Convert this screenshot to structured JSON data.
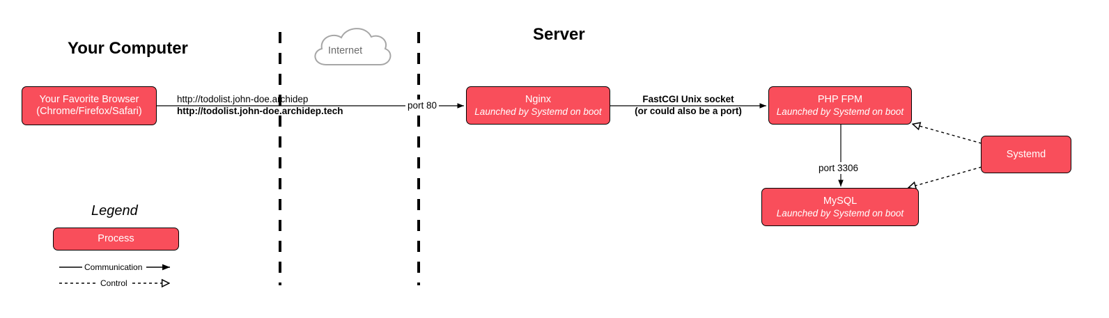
{
  "headings": {
    "your_computer": "Your Computer",
    "server": "Server"
  },
  "cloud": {
    "label": "Internet"
  },
  "nodes": {
    "browser": {
      "line1": "Your Favorite Browser",
      "line2": "(Chrome/Firefox/Safari)"
    },
    "nginx": {
      "title": "Nginx",
      "subtitle": "Launched by Systemd on boot"
    },
    "php_fpm": {
      "title": "PHP FPM",
      "subtitle": "Launched by Systemd on boot"
    },
    "mysql": {
      "title": "MySQL",
      "subtitle": "Launched by Systemd on boot"
    },
    "systemd": {
      "title": "Systemd"
    }
  },
  "edges": {
    "browser_url_1": "http://todolist.john-doe.archidep",
    "browser_url_2": "http://todolist.john-doe.archidep.tech",
    "port_80": "port 80",
    "fastcgi_1": "FastCGI Unix socket",
    "fastcgi_2": "(or could also be a port)",
    "port_3306": "port 3306"
  },
  "legend": {
    "title": "Legend",
    "process": "Process",
    "communication": "Communication",
    "control": "Control"
  },
  "colors": {
    "process_fill": "#f94e5b",
    "cloud_stroke": "#a6a6a6"
  }
}
